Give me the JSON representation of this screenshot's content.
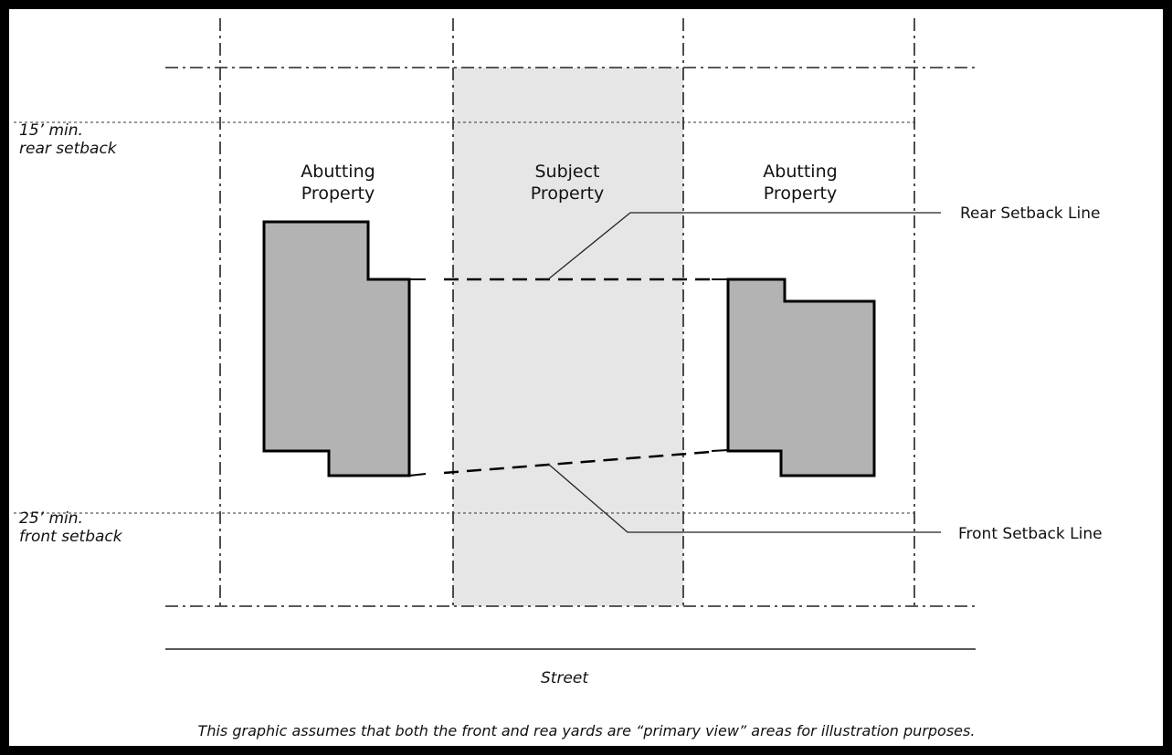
{
  "labels": {
    "rear_min_line1": "15’ min.",
    "rear_min_line2": "rear setback",
    "front_min_line1": "25’ min.",
    "front_min_line2": "front setback",
    "left_property_line1": "Abutting",
    "left_property_line2": "Property",
    "subject_property_line1": "Subject",
    "subject_property_line2": "Property",
    "right_property_line1": "Abutting",
    "right_property_line2": "Property",
    "rear_setback_line": "Rear Setback Line",
    "front_setback_line": "Front Setback Line",
    "street": "Street",
    "caption": "This graphic assumes that both the front and rea yards are “primary view” areas for illustration purposes."
  },
  "colors": {
    "border": "#000000",
    "subject_fill": "#e6e6e6",
    "building_fill": "#b3b3b3",
    "line": "#222222"
  }
}
